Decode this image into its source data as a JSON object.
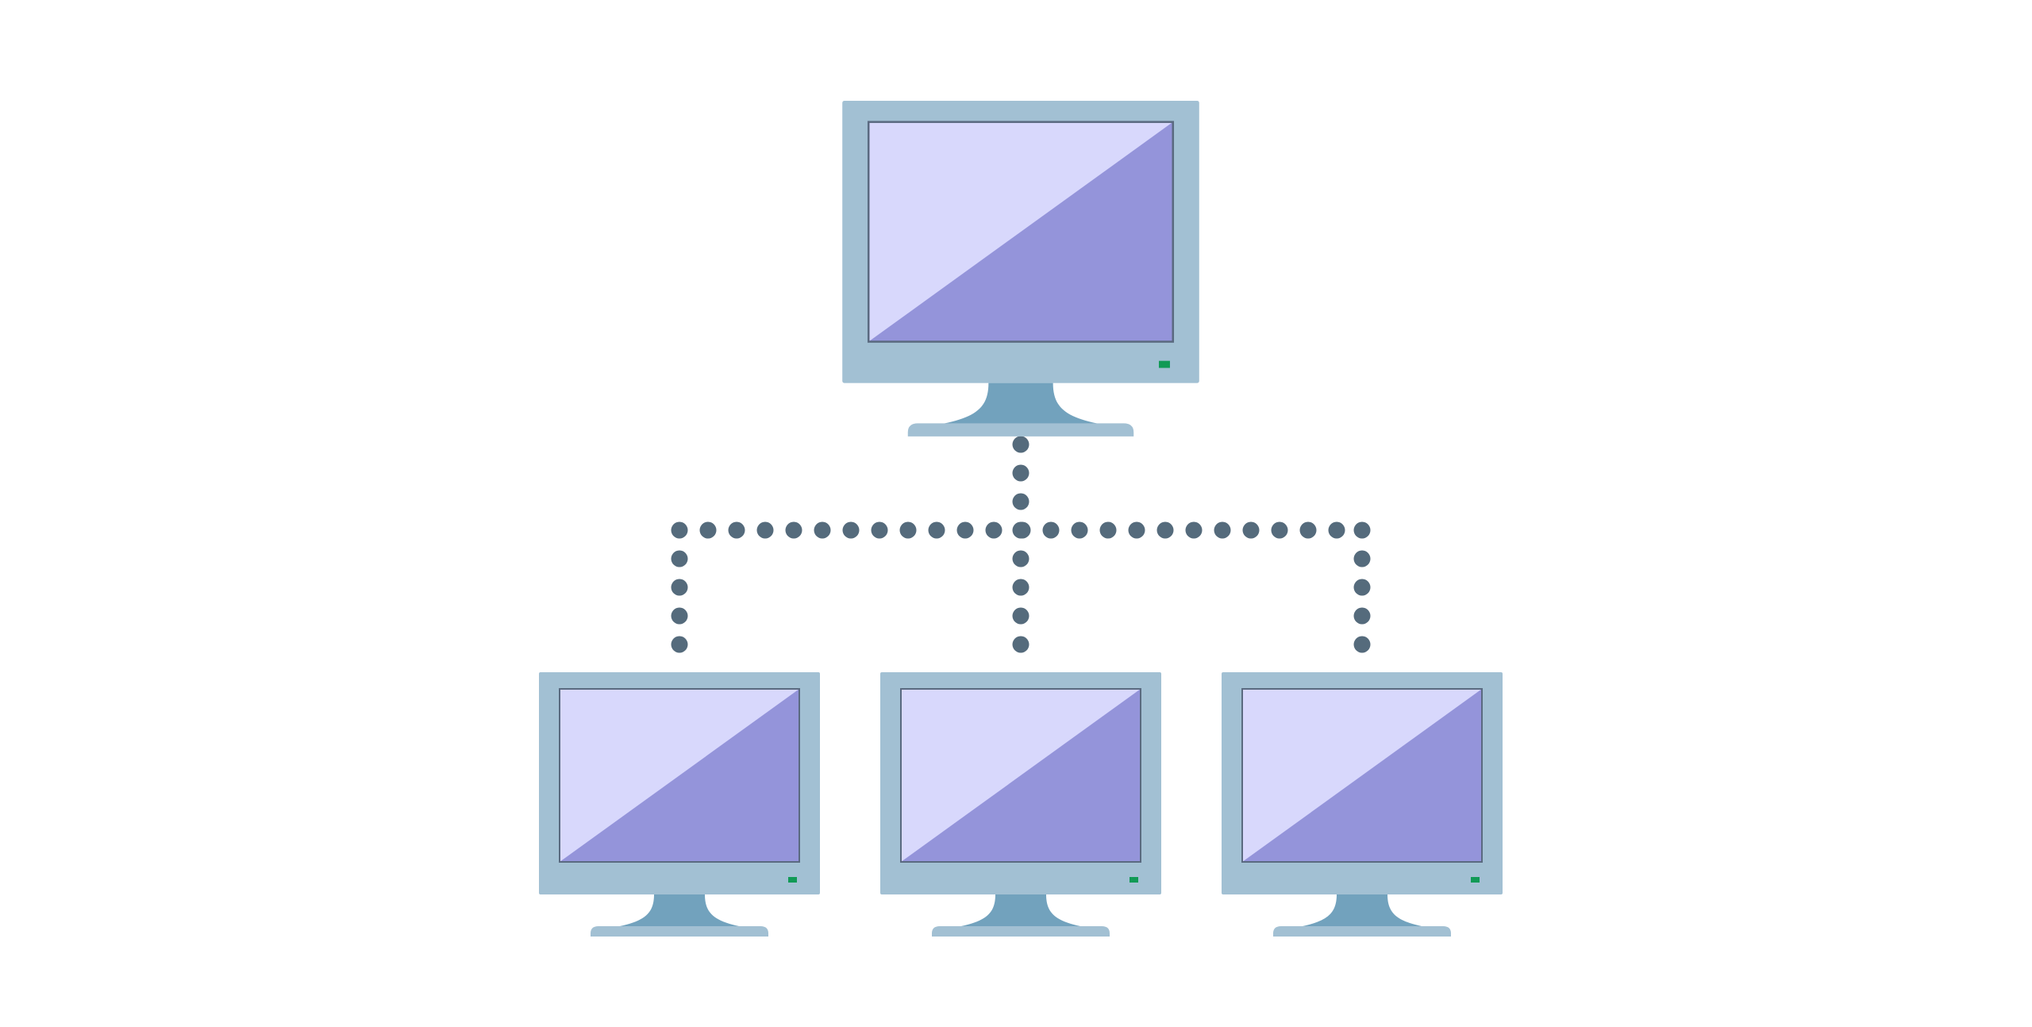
{
  "colors": {
    "background": "#ffffff",
    "monitor_frame": "#a2c0d3",
    "monitor_stand": "#72a2bd",
    "screen_light": "#d8d8fc",
    "screen_dark": "#9494da",
    "screen_border": "#5a6a80",
    "power_led": "#119a56",
    "connector_dot": "#556b7c"
  },
  "nodes": [
    {
      "id": "server",
      "role": "hub",
      "icon": "monitor-icon"
    },
    {
      "id": "client-1",
      "role": "client",
      "icon": "monitor-icon"
    },
    {
      "id": "client-2",
      "role": "client",
      "icon": "monitor-icon"
    },
    {
      "id": "client-3",
      "role": "client",
      "icon": "monitor-icon"
    }
  ],
  "edges": [
    {
      "from": "server",
      "to": "client-1",
      "style": "dotted"
    },
    {
      "from": "server",
      "to": "client-2",
      "style": "dotted"
    },
    {
      "from": "server",
      "to": "client-3",
      "style": "dotted"
    }
  ]
}
